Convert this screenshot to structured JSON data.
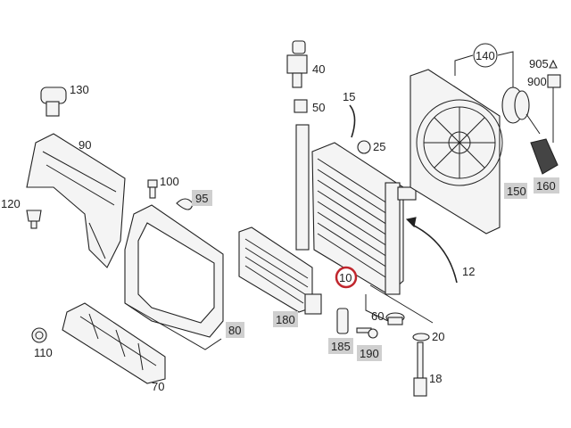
{
  "diagram": {
    "title": "Radiator / fan assembly parts diagram",
    "highlight_color": "#cfcfcf",
    "selected_color": "#c0262d",
    "selected_part": "10",
    "labels": {
      "p130": "130",
      "p90": "90",
      "p100": "100",
      "p95": "95",
      "p120": "120",
      "p110": "110",
      "p70": "70",
      "p80": "80",
      "p40": "40",
      "p50": "50",
      "p15": "15",
      "p25": "25",
      "p140": "140",
      "p905": "905",
      "p900": "900",
      "p150": "150",
      "p160": "160",
      "p10": "10",
      "p12": "12",
      "p180": "180",
      "p185": "185",
      "p190": "190",
      "p60": "60",
      "p20": "20",
      "p18": "18"
    }
  }
}
